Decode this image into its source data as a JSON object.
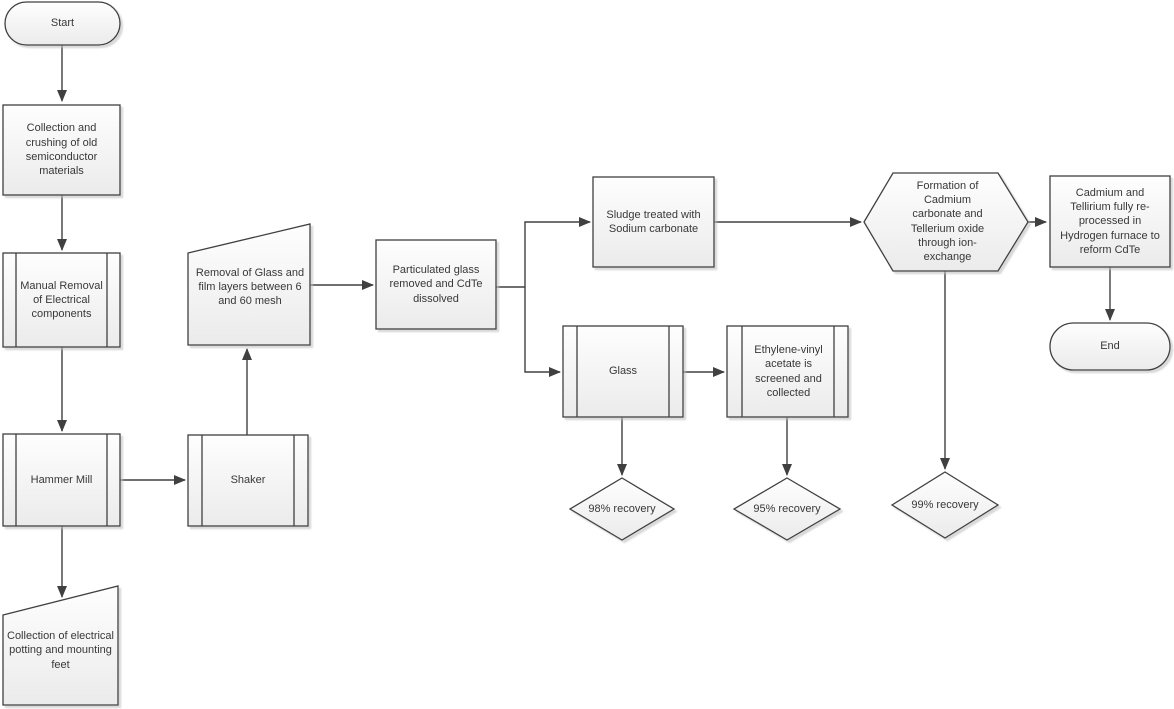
{
  "colors": {
    "shape_border": "#404040",
    "shape_fill_top": "#fefefe",
    "shape_fill_bottom": "#ebebeb",
    "connector": "#404040",
    "text": "#383838",
    "shadow": "#bfbfbf",
    "background": "#ffffff"
  },
  "flowchart": {
    "nodes": {
      "start": {
        "label": "Start",
        "shape": "terminator"
      },
      "collection_crushing": {
        "label": "Collection and crushing of old semiconductor materials",
        "shape": "process"
      },
      "manual_removal": {
        "label": "Manual Removal of Electrical components",
        "shape": "predefined-process"
      },
      "hammer_mill": {
        "label": "Hammer Mill",
        "shape": "predefined-process"
      },
      "collection_potting": {
        "label": "Collection of electrical potting and mounting feet",
        "shape": "card"
      },
      "shaker": {
        "label": "Shaker",
        "shape": "predefined-process"
      },
      "removal_glass": {
        "label": "Removal of Glass and film layers between 6 and 60 mesh",
        "shape": "card"
      },
      "particulated_glass": {
        "label": "Particulated glass removed and CdTe dissolved",
        "shape": "process"
      },
      "sludge_treated": {
        "label": "Sludge treated with Sodium carbonate",
        "shape": "process"
      },
      "glass": {
        "label": "Glass",
        "shape": "predefined-process"
      },
      "eva_screened": {
        "label": "Ethylene-vinyl acetate is screened and collected",
        "shape": "predefined-process"
      },
      "recovery_98": {
        "label": "98% recovery",
        "shape": "decision"
      },
      "recovery_95": {
        "label": "95% recovery",
        "shape": "decision"
      },
      "recovery_99": {
        "label": "99% recovery",
        "shape": "decision"
      },
      "ion_exchange": {
        "label": "Formation of Cadmium carbonate and Tellerium oxide through ion-exchange",
        "shape": "hexagon"
      },
      "reform_cdte": {
        "label": "Cadmium and Tellirium fully re-processed in Hydrogen furnace to reform CdTe",
        "shape": "process"
      },
      "end": {
        "label": "End",
        "shape": "terminator"
      }
    },
    "edges": [
      {
        "from": "start",
        "to": "collection_crushing"
      },
      {
        "from": "collection_crushing",
        "to": "manual_removal"
      },
      {
        "from": "manual_removal",
        "to": "hammer_mill"
      },
      {
        "from": "hammer_mill",
        "to": "shaker"
      },
      {
        "from": "hammer_mill",
        "to": "collection_potting"
      },
      {
        "from": "shaker",
        "to": "removal_glass"
      },
      {
        "from": "removal_glass",
        "to": "particulated_glass"
      },
      {
        "from": "particulated_glass",
        "to": "sludge_treated"
      },
      {
        "from": "particulated_glass",
        "to": "glass"
      },
      {
        "from": "sludge_treated",
        "to": "ion_exchange"
      },
      {
        "from": "glass",
        "to": "eva_screened"
      },
      {
        "from": "glass",
        "to": "recovery_98"
      },
      {
        "from": "eva_screened",
        "to": "recovery_95"
      },
      {
        "from": "ion_exchange",
        "to": "recovery_99"
      },
      {
        "from": "ion_exchange",
        "to": "reform_cdte"
      },
      {
        "from": "reform_cdte",
        "to": "end"
      }
    ]
  }
}
